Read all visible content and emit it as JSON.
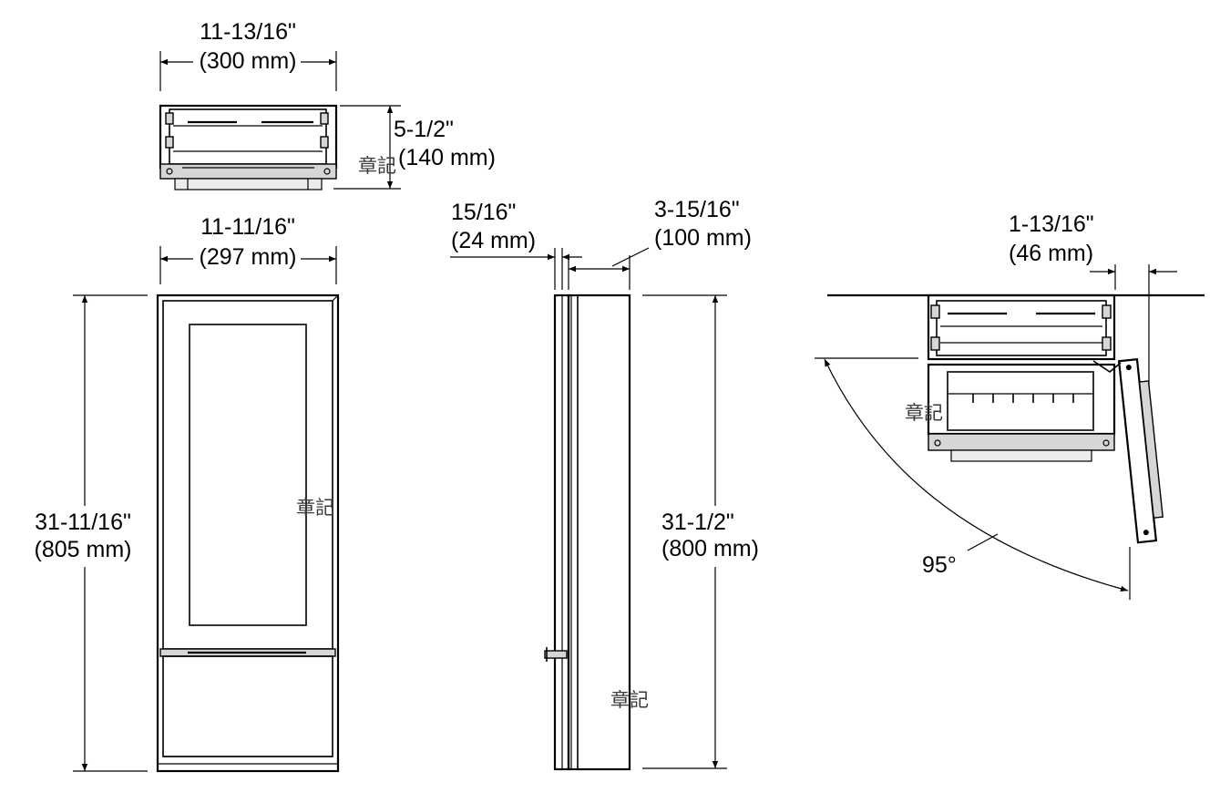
{
  "dimensions": {
    "top_width": {
      "imperial": "11-13/16\"",
      "metric": "(300 mm)"
    },
    "top_depth": {
      "imperial": "5-1/2\"",
      "metric": "(140 mm)"
    },
    "front_width": {
      "imperial": "11-11/16\"",
      "metric": "(297 mm)"
    },
    "front_height": {
      "imperial": "31-11/16\"",
      "metric": "(805 mm)"
    },
    "door_thickness": {
      "imperial": "15/16\"",
      "metric": "(24 mm)"
    },
    "side_depth": {
      "imperial": "3-15/16\"",
      "metric": "(100 mm)"
    },
    "side_height": {
      "imperial": "31-1/2\"",
      "metric": "(800 mm)"
    },
    "door_offset": {
      "imperial": "1-13/16\"",
      "metric": "(46 mm)"
    },
    "swing_angle": "95°"
  },
  "watermark": "章記"
}
